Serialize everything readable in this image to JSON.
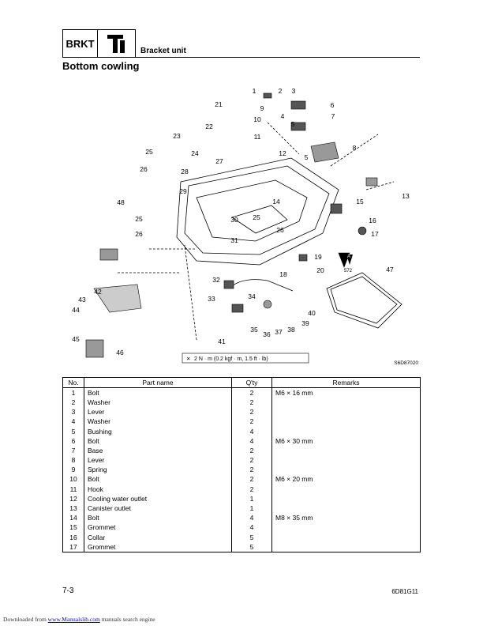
{
  "header": {
    "section_code": "BRKT",
    "section_title": "Bracket unit",
    "icon": "bracket-unit-icon"
  },
  "page_title": "Bottom cowling",
  "diagram": {
    "callouts": [
      "1",
      "2",
      "3",
      "4",
      "5",
      "5",
      "6",
      "7",
      "8",
      "9",
      "10",
      "11",
      "12",
      "13",
      "14",
      "15",
      "16",
      "17",
      "18",
      "19",
      "20",
      "21",
      "22",
      "23",
      "24",
      "25",
      "25",
      "25",
      "26",
      "26",
      "26",
      "27",
      "28",
      "29",
      "30",
      "31",
      "32",
      "33",
      "34",
      "35",
      "36",
      "37",
      "38",
      "39",
      "40",
      "41",
      "42",
      "43",
      "44",
      "45",
      "46",
      "47",
      "48"
    ],
    "torque_note": "2 N · m (0.2 kgf · m, 1.5 ft · lb)",
    "sealant_label": "572",
    "sealant_letter": "A",
    "drawing_code": "S6D87020"
  },
  "table": {
    "headers": [
      "No.",
      "Part name",
      "Q'ty",
      "Remarks"
    ],
    "rows": [
      {
        "no": "1",
        "name": "Bolt",
        "qty": "2",
        "remarks": "M6 × 16 mm"
      },
      {
        "no": "2",
        "name": "Washer",
        "qty": "2",
        "remarks": ""
      },
      {
        "no": "3",
        "name": "Lever",
        "qty": "2",
        "remarks": ""
      },
      {
        "no": "4",
        "name": "Washer",
        "qty": "2",
        "remarks": ""
      },
      {
        "no": "5",
        "name": "Bushing",
        "qty": "4",
        "remarks": ""
      },
      {
        "no": "6",
        "name": "Bolt",
        "qty": "4",
        "remarks": "M6 × 30 mm"
      },
      {
        "no": "7",
        "name": "Base",
        "qty": "2",
        "remarks": ""
      },
      {
        "no": "8",
        "name": "Lever",
        "qty": "2",
        "remarks": ""
      },
      {
        "no": "9",
        "name": "Spring",
        "qty": "2",
        "remarks": ""
      },
      {
        "no": "10",
        "name": "Bolt",
        "qty": "2",
        "remarks": "M6 × 20 mm"
      },
      {
        "no": "11",
        "name": "Hook",
        "qty": "2",
        "remarks": ""
      },
      {
        "no": "12",
        "name": "Cooling water outlet",
        "qty": "1",
        "remarks": ""
      },
      {
        "no": "13",
        "name": "Canister outlet",
        "qty": "1",
        "remarks": ""
      },
      {
        "no": "14",
        "name": "Bolt",
        "qty": "4",
        "remarks": "M8 × 35 mm"
      },
      {
        "no": "15",
        "name": "Grommet",
        "qty": "4",
        "remarks": ""
      },
      {
        "no": "16",
        "name": "Collar",
        "qty": "5",
        "remarks": ""
      },
      {
        "no": "17",
        "name": "Grommet",
        "qty": "5",
        "remarks": ""
      }
    ]
  },
  "footer": {
    "page_number": "7-3",
    "doc_code": "6D81G11",
    "download_prefix": "Downloaded from ",
    "download_link": "www.Manualslib.com",
    "download_suffix": " manuals search engine"
  }
}
